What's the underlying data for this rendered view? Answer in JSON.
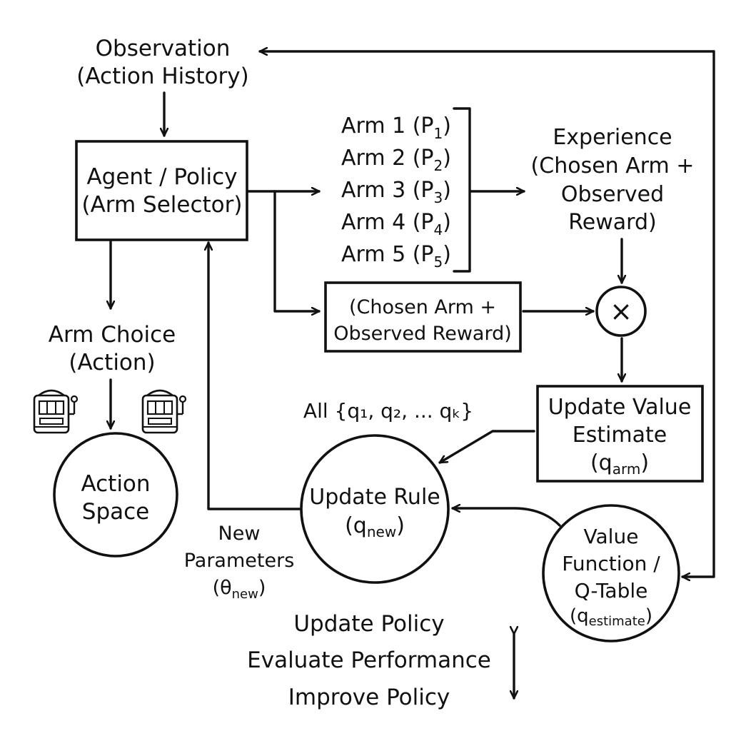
{
  "observation": {
    "line1": "Observation",
    "line2": "(Action History)"
  },
  "agent": {
    "line1": "Agent / Policy",
    "line2": "(Arm Selector)"
  },
  "arms": {
    "items": [
      {
        "name": "Arm 1 (P",
        "sub": "1"
      },
      {
        "name": "Arm 2 (P",
        "sub": "2"
      },
      {
        "name": "Arm 3 (P",
        "sub": "3"
      },
      {
        "name": "Arm 4 (P",
        "sub": "4"
      },
      {
        "name": "Arm 5 (P",
        "sub": "5"
      }
    ],
    "close": ")"
  },
  "experience": {
    "line1": "Experience",
    "line2": "(Chosen Arm +",
    "line3": "Observed",
    "line4": "Reward)"
  },
  "chosen_box": {
    "line1": "(Chosen Arm +",
    "line2": "Observed Reward)"
  },
  "multiply": {
    "symbol": "×"
  },
  "arm_choice": {
    "line1": "Arm Choice",
    "line2": "(Action)"
  },
  "action_space": {
    "line1": "Action",
    "line2": "Space"
  },
  "all_q": {
    "text": "All {q₁, q₂, ... qₖ}"
  },
  "update_value": {
    "line1": "Update Value",
    "line2": "Estimate",
    "line3_main": "(q",
    "line3_sub": "arm",
    "line3_end": ")"
  },
  "update_rule": {
    "line1": "Update Rule",
    "line2_main": "(q",
    "line2_sub": "new",
    "line2_end": ")"
  },
  "new_params": {
    "line1": "New",
    "line2": "Parameters",
    "line3_main": "(θ",
    "line3_sub": "new",
    "line3_end": ")"
  },
  "value_function": {
    "line1": "Value",
    "line2": "Function /",
    "line3": "Q-Table",
    "line4_main": "(q",
    "line4_sub": "estimate",
    "line4_end": ")"
  },
  "cycle": {
    "line1": "Update Policy",
    "line2": "Evaluate Performance",
    "line3": "Improve Policy"
  },
  "icons": {
    "slot_machine": "slot-machine-icon"
  },
  "colors": {
    "ink": "#111111",
    "background": "#ffffff"
  }
}
